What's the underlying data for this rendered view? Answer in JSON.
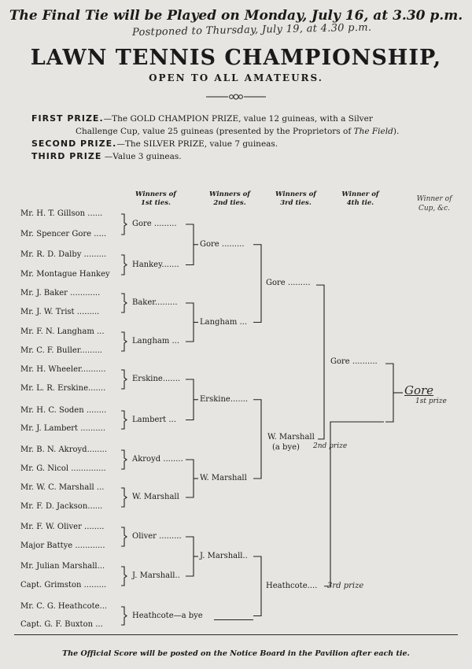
{
  "header": {
    "final_tie": "The Final Tie will be Played on Monday, July 16, at 3.30 p.m.",
    "handwritten_note": "Postponed to Thursday, July 19, at 4.30 p.m.",
    "title": "LAWN TENNIS CHAMPIONSHIP,",
    "subtitle": "OPEN TO ALL AMATEURS."
  },
  "prizes": {
    "first_label": "FIRST PRIZE.",
    "first_text_a": "—The GOLD CHAMPION PRIZE, value 12 guineas, with a Silver",
    "first_text_b": "Challenge Cup, value 25 guineas (presented by the Proprietors of ",
    "first_text_field": "The Field",
    "first_text_end": ").",
    "second_label": "SECOND PRIZE.",
    "second_text": "—The SILVER PRIZE, value 7 guineas.",
    "third_label": "THIRD PRIZE",
    "third_text": "—Value 3 guineas."
  },
  "columns": {
    "c1a": "Winners of",
    "c1b": "1st ties.",
    "c2a": "Winners of",
    "c2b": "2nd ties.",
    "c3a": "Winners of",
    "c3b": "3rd ties.",
    "c4a": "Winner of",
    "c4b": "4th tie.",
    "c5a": "Winner of",
    "c5b": "Cup, &c."
  },
  "players": [
    "Mr. H. T. Gillson ......",
    "Mr. Spencer Gore .....",
    "Mr. R. D. Dalby .........",
    "Mr. Montague Hankey",
    "Mr. J. Baker ............",
    "Mr. J. W. Trist .........",
    "Mr. F. N. Langham ...",
    "Mr. C. F. Buller.........",
    "Mr. H. Wheeler..........",
    "Mr. L. R. Erskine.......",
    "Mr. H. C. Soden ........",
    "Mr. J. Lambert ..........",
    "Mr. B. N. Akroyd........",
    "Mr. G. Nicol ..............",
    "Mr. W. C. Marshall ...",
    "Mr. F. D. Jackson......",
    "Mr. F. W. Oliver ........",
    "Major Battye ............",
    "Mr. Julian Marshall...",
    "Capt. Grimston .........",
    "Mr. C. G. Heathcote...",
    "Capt. G. F. Buxton ..."
  ],
  "round1": [
    "Gore .........",
    "Hankey.......",
    "Baker.........",
    "Langham ...",
    "Erskine.......",
    "Lambert ...",
    "Akroyd ........",
    "W. Marshall",
    "Oliver .........",
    "J. Marshall..",
    "Heathcote—a bye"
  ],
  "round2": [
    "Gore .........",
    "Langham ...",
    "Erskine.......",
    "W. Marshall",
    "J. Marshall.."
  ],
  "round3": [
    "Gore .........",
    "W. Marshall",
    "(a bye)",
    "Heathcote...."
  ],
  "round4": {
    "winner": "Gore .........."
  },
  "handwriting": {
    "final_winner": "Gore",
    "first_prize": "1st prize",
    "second_prize": "2nd prize",
    "third_prize": "3rd prize"
  },
  "footer": "The Official Score will be posted on the Notice Board in the Pavilion after each tie."
}
